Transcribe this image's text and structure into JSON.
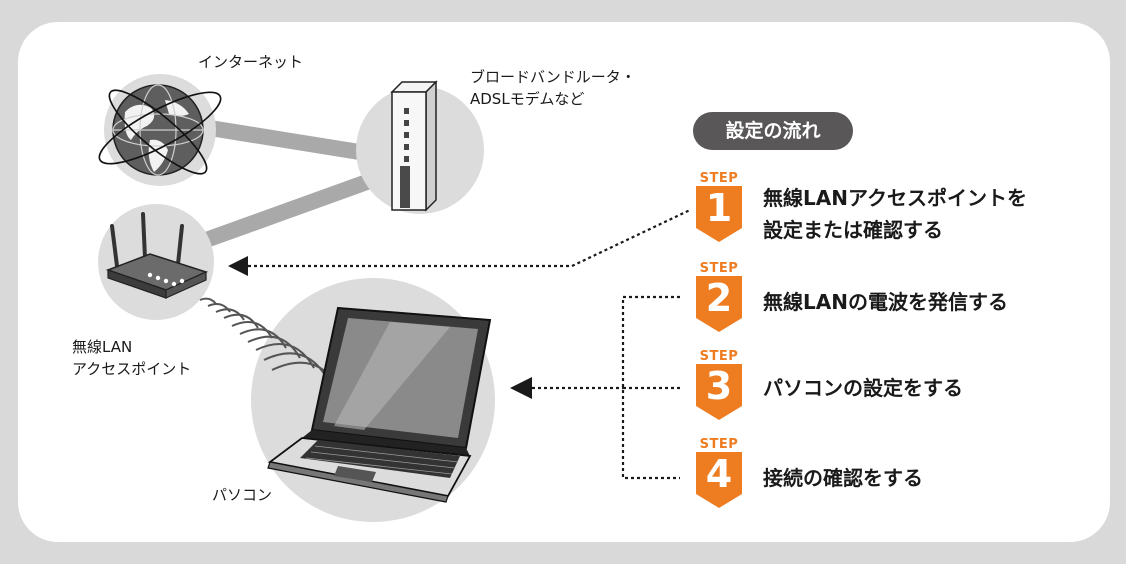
{
  "labels": {
    "internet": "インターネット",
    "router_line1": "ブロードバンドルータ・",
    "router_line2": "ADSLモデムなど",
    "access_point_line1": "無線LAN",
    "access_point_line2": "アクセスポイント",
    "pc": "パソコン"
  },
  "flow": {
    "heading": "設定の流れ",
    "step_word": "STEP",
    "steps": [
      {
        "number": "1",
        "lines": [
          "無線LANアクセスポイントを",
          "設定または確認する"
        ]
      },
      {
        "number": "2",
        "lines": [
          "無線LANの電波を発信する"
        ]
      },
      {
        "number": "3",
        "lines": [
          "パソコンの設定をする"
        ]
      },
      {
        "number": "4",
        "lines": [
          "接続の確認をする"
        ]
      }
    ]
  },
  "colors": {
    "frame": "#d9d9d9",
    "panel": "#ffffff",
    "circle": "#dcdcdc",
    "link": "#a9a9a9",
    "heading_pill": "#595757",
    "step_orange": "#ee7d22",
    "arrow": "#1a1a1a"
  },
  "icons": [
    "globe-icon",
    "router-icon",
    "wireless-access-point-icon",
    "laptop-icon",
    "radio-waves-icon"
  ]
}
